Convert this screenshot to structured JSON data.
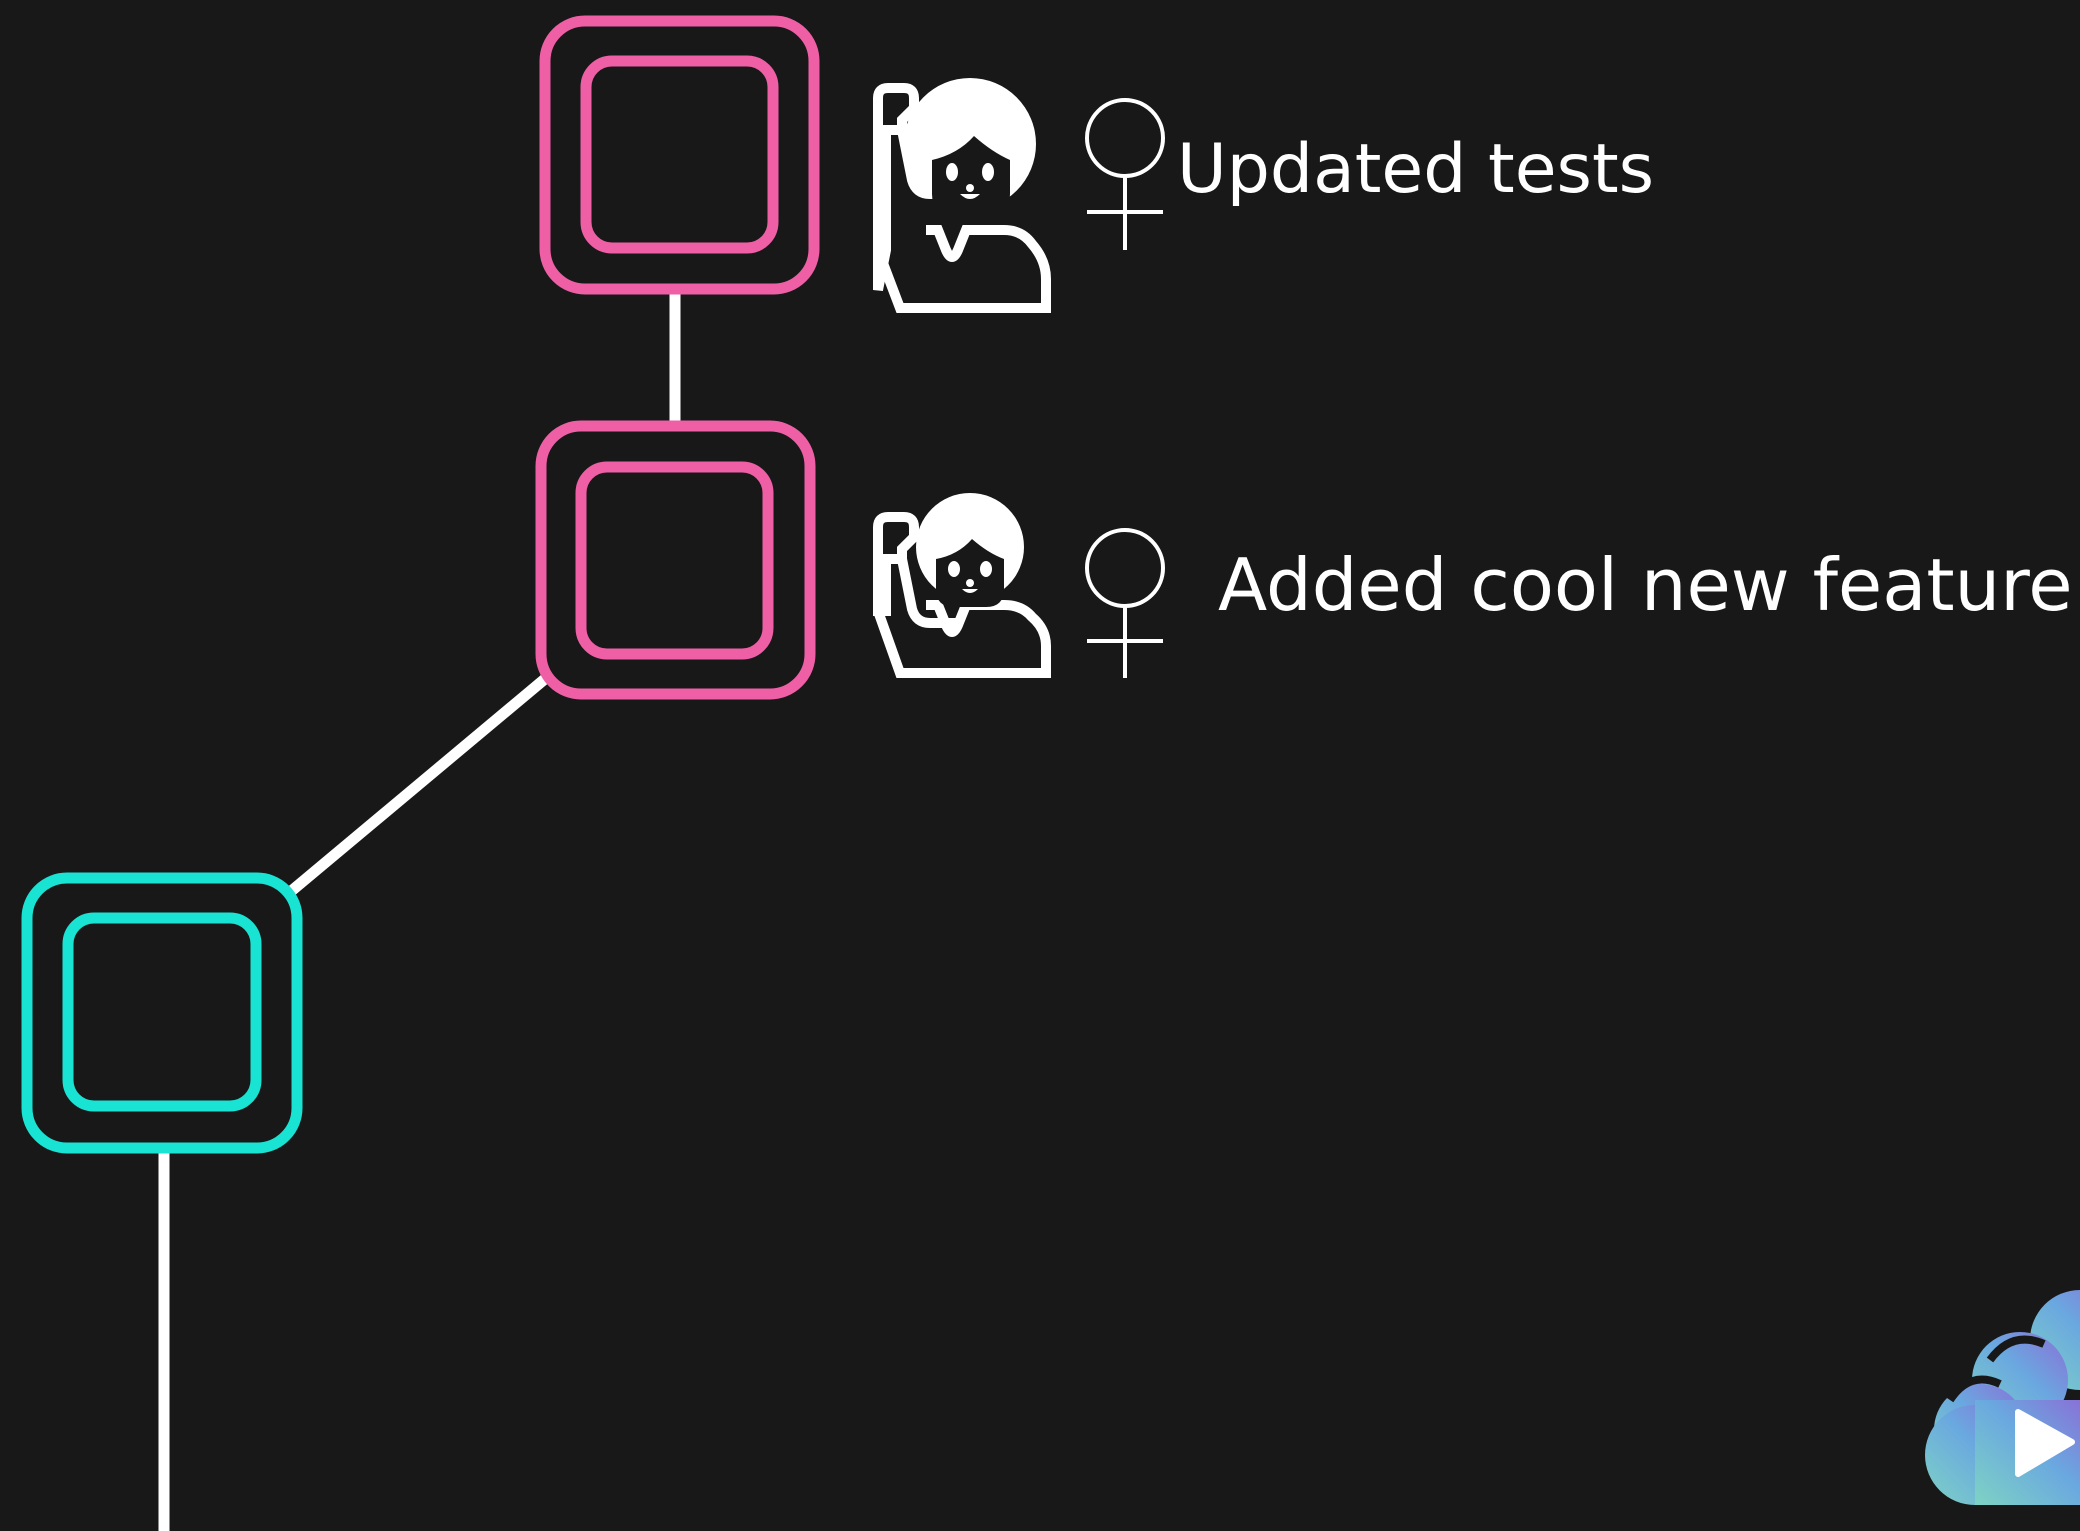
{
  "diagram": {
    "background": "#181818",
    "line_color": "#ffffff",
    "commits": [
      {
        "id": "commit-updated-tests",
        "message": "Updated tests",
        "branch_color": "#ee5fa6",
        "author_icon": "woman-raising-hand-icon",
        "gender_icon": "female-sign-icon"
      },
      {
        "id": "commit-added-feature",
        "message": "Added cool new feature",
        "branch_color": "#ee5fa6",
        "author_icon": "woman-raising-hand-icon",
        "gender_icon": "female-sign-icon"
      },
      {
        "id": "commit-base",
        "message": "",
        "branch_color": "#19e3d2",
        "author_icon": "",
        "gender_icon": ""
      }
    ],
    "logo": {
      "icon": "cloud-play-logo-icon",
      "gradient": [
        "#7ed3c4",
        "#6aa8e0",
        "#8a6fd6"
      ]
    }
  }
}
